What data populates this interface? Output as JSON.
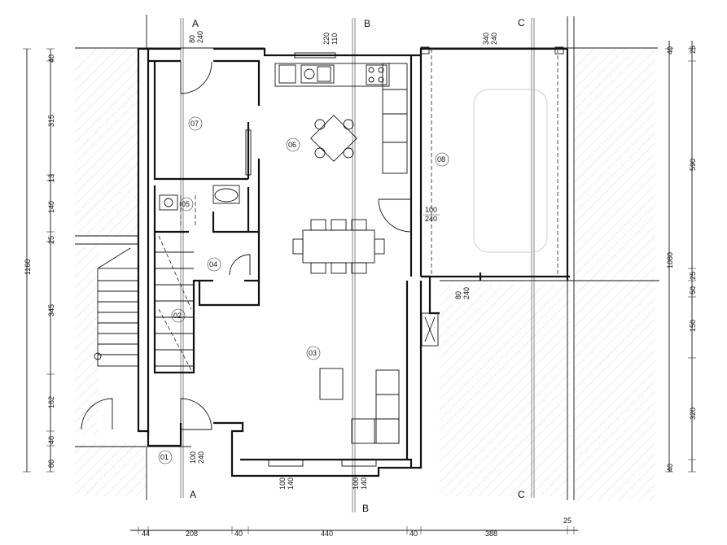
{
  "sections": {
    "A_top": "A",
    "B_top": "B",
    "C_top": "C",
    "A_bottom": "A",
    "B_bottom": "B",
    "C_bottom": "C"
  },
  "rooms": {
    "r01": "01",
    "r02": "02",
    "r03": "03",
    "r04": "04",
    "r05": "05",
    "r06": "06",
    "r07": "07",
    "r08": "08"
  },
  "openings": {
    "o07_top_w": "80",
    "o07_top_h": "240",
    "kitchen_w": "220",
    "kitchen_h": "110",
    "garage_top_w": "340",
    "garage_top_h": "240",
    "garage_door_w": "100",
    "garage_door_h": "240",
    "side_door_w": "80",
    "side_door_h": "240",
    "entry_w": "100",
    "entry_h": "240",
    "win1_w": "100",
    "win1_h": "140",
    "win2_w": "100",
    "win2_h": "140"
  },
  "left_dims": {
    "total": "1160",
    "d40a": "40",
    "d315": "315",
    "d13": "13",
    "d140": "140",
    "d25": "25",
    "d345": "345",
    "d162": "162",
    "d40b": "40",
    "d80": "80"
  },
  "right_dims": {
    "total": "1080",
    "d40a": "40",
    "d25a": "25",
    "d590": "590",
    "d25b": "25",
    "d50": "50",
    "d150": "150",
    "d320": "320",
    "d40b": "40"
  },
  "bottom_dims": {
    "d44": "44",
    "d208": "208",
    "d40a": "40",
    "d440": "440",
    "d40b": "40",
    "d388": "388",
    "d25": "25"
  }
}
